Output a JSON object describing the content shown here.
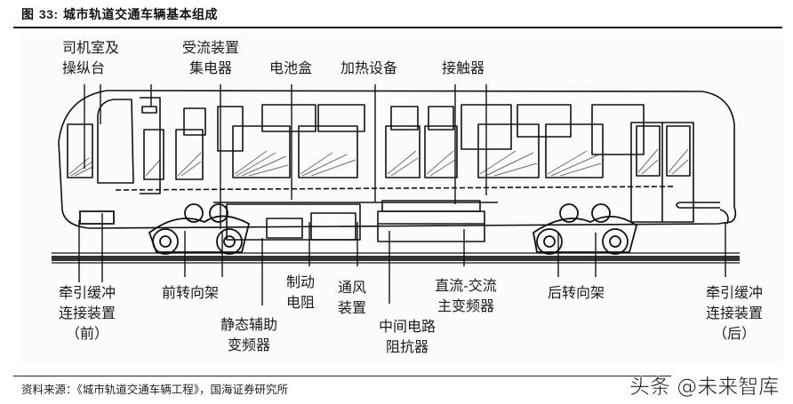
{
  "figure": {
    "title_prefix": "图",
    "title_number": "33:",
    "title_text": "城市轨道交通车辆基本组成"
  },
  "labels_top": [
    {
      "id": "cab",
      "lines": [
        "司机室及",
        "操纵台"
      ]
    },
    {
      "id": "current-collector",
      "lines": [
        "受流装置",
        "集电器"
      ]
    },
    {
      "id": "battery-box",
      "lines": [
        "电池盒"
      ]
    },
    {
      "id": "heating-equipment",
      "lines": [
        "加热设备"
      ]
    },
    {
      "id": "contactor",
      "lines": [
        "接触器"
      ]
    }
  ],
  "labels_bottom": [
    {
      "id": "front-coupler",
      "lines": [
        "牵引缓冲",
        "连接装置",
        "（前）"
      ]
    },
    {
      "id": "front-bogie",
      "lines": [
        "前转向架"
      ]
    },
    {
      "id": "static-aux-inverter",
      "lines": [
        "静态辅助",
        "变频器"
      ]
    },
    {
      "id": "brake-resistor",
      "lines": [
        "制动",
        "电阻"
      ]
    },
    {
      "id": "ventilation",
      "lines": [
        "通风",
        "装置"
      ]
    },
    {
      "id": "intermediate-reactor",
      "lines": [
        "中间电路",
        "阻抗器"
      ]
    },
    {
      "id": "dc-ac-main-inverter",
      "lines": [
        "直流-交流",
        "主变频器"
      ]
    },
    {
      "id": "rear-bogie",
      "lines": [
        "后转向架"
      ]
    },
    {
      "id": "rear-coupler",
      "lines": [
        "牵引缓冲",
        "连接装置",
        "（后）"
      ]
    }
  ],
  "source": "资料来源：《城市轨道交通车辆工程》，国海证券研究所",
  "watermark": "头条 @未来智库"
}
